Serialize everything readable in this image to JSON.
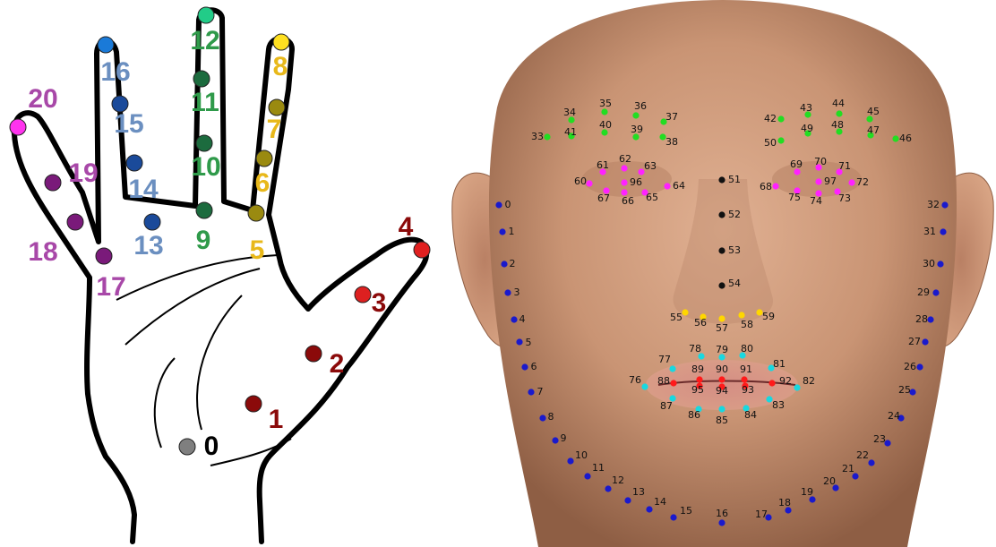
{
  "colors": {
    "background": "#ffffff",
    "hand_outline": "#000000",
    "wrist": "#7f7f7f",
    "thumb": "#8b0a0a",
    "thumb_tip": "#e02020",
    "index": "#e8b81a",
    "index_dot": "#9a8a10",
    "middle": "#2f9a4a",
    "middle_dot": "#1c6b3e",
    "ring": "#6b8fc0",
    "ring_dot": "#1a4a9a",
    "pinky": "#a848a8",
    "pinky_dot": "#7a1a7a",
    "skin": "#d4a07e",
    "brow": "#22dd22",
    "eye": "#ff22ff",
    "nose_bridge": "#111111",
    "nostril": "#ffd700",
    "outer_lip": "#18d8e0",
    "inner_lip": "#ff1a1a",
    "jaw": "#1a1acc"
  },
  "hand": {
    "wrist": [
      "0"
    ],
    "thumb": [
      "1",
      "2",
      "3",
      "4"
    ],
    "index": [
      "5",
      "6",
      "7",
      "8"
    ],
    "middle": [
      "9",
      "10",
      "11",
      "12"
    ],
    "ring": [
      "13",
      "14",
      "15",
      "16"
    ],
    "pinky": [
      "17",
      "18",
      "19",
      "20"
    ]
  },
  "face": {
    "jaw": [
      "0",
      "1",
      "2",
      "3",
      "4",
      "5",
      "6",
      "7",
      "8",
      "9",
      "10",
      "11",
      "12",
      "13",
      "14",
      "15",
      "16",
      "17",
      "18",
      "19",
      "20",
      "21",
      "22",
      "23",
      "24",
      "25",
      "26",
      "27",
      "28",
      "29",
      "30",
      "31",
      "32"
    ],
    "brows": [
      "33",
      "34",
      "35",
      "36",
      "37",
      "38",
      "39",
      "40",
      "41",
      "42",
      "43",
      "44",
      "45",
      "46",
      "47",
      "48",
      "49",
      "50"
    ],
    "nose_bridge": [
      "51",
      "52",
      "53",
      "54"
    ],
    "nostrils": [
      "55",
      "56",
      "57",
      "58",
      "59"
    ],
    "eyes": [
      "60",
      "61",
      "62",
      "63",
      "64",
      "65",
      "66",
      "67",
      "68",
      "69",
      "70",
      "71",
      "72",
      "73",
      "74",
      "75",
      "96",
      "97"
    ],
    "outer_lip": [
      "76",
      "77",
      "78",
      "79",
      "80",
      "81",
      "82",
      "83",
      "84",
      "85",
      "86",
      "87"
    ],
    "inner_lip": [
      "88",
      "89",
      "90",
      "91",
      "92",
      "93",
      "94",
      "95"
    ]
  }
}
